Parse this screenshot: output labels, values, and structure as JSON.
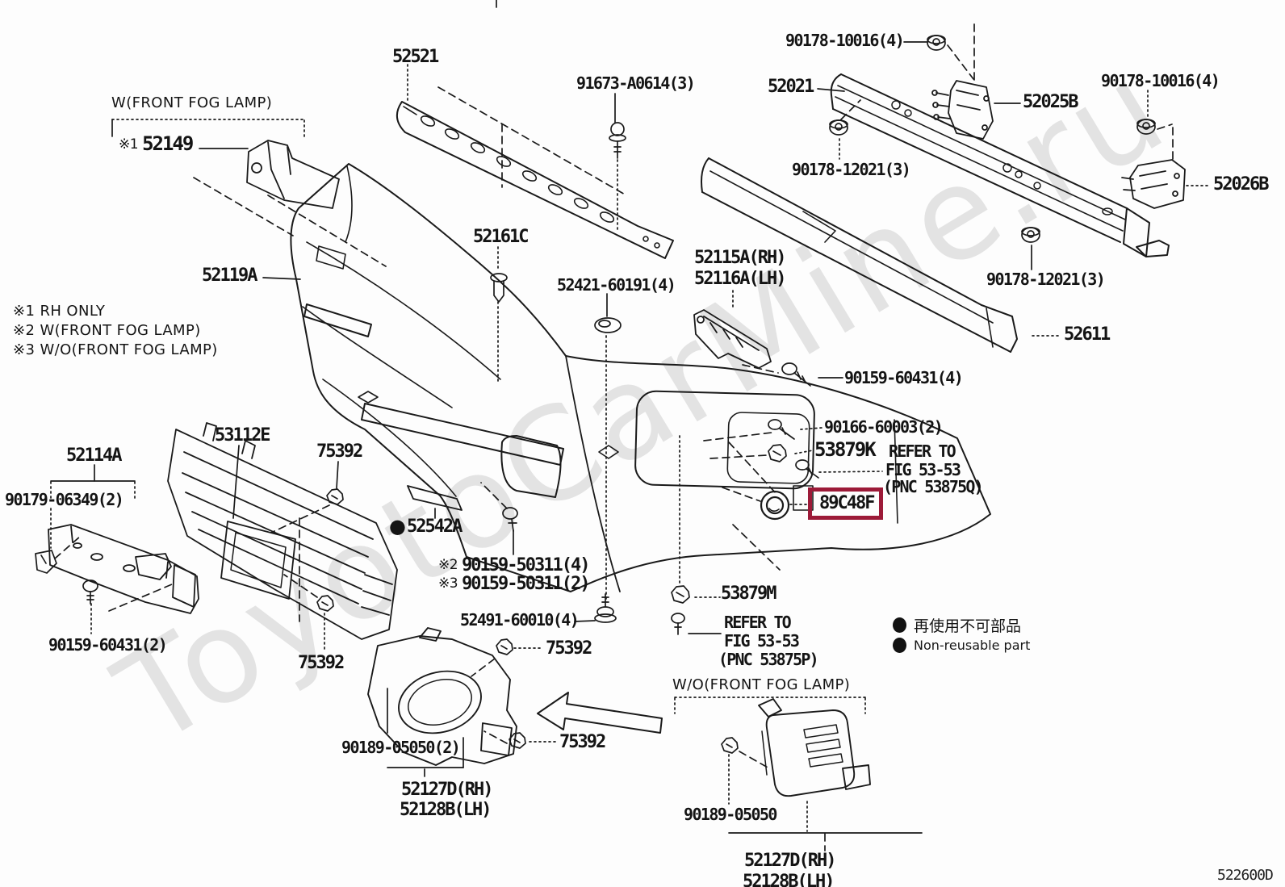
{
  "watermark": "ToyotoCarMine.ru",
  "diagram_code": "522600D",
  "colors": {
    "line": "#1a1a1a",
    "highlight_box": "#9c1a38",
    "watermark": "#e3e3e3"
  },
  "symbols": {
    "bullet": "●"
  },
  "legend": {
    "jp": "再使用不可部品",
    "en": "Non-reusable part"
  },
  "notes": {
    "n1": "※1 RH ONLY",
    "n2": "※2 W(FRONT FOG LAMP)",
    "n3": "※3 W/O(FRONT FOG LAMP)"
  },
  "groups": {
    "with_fog": "W(FRONT FOG LAMP)",
    "without_fog": "W/O(FRONT FOG LAMP)"
  },
  "labels": {
    "p52521": "52521",
    "p91673": "91673-A0614(3)",
    "p90178_10016_a": "90178-10016(4)",
    "p52021": "52021",
    "p52025b": "52025B",
    "p90178_10016_b": "90178-10016(4)",
    "p52026b": "52026B",
    "p90178_12021_a": "90178-12021(3)",
    "p90178_12021_b": "90178-12021(3)",
    "p52611": "52611",
    "p52161c": "52161C",
    "p52149_pre": "※1",
    "p52149": "52149",
    "p52119a": "52119A",
    "p52115a": "52115A(RH)",
    "p52116a": "52116A(LH)",
    "p52421": "52421-60191(4)",
    "p90159_60431_4": "90159-60431(4)",
    "p90166": "90166-60003(2)",
    "p53879k": "53879K",
    "refer_to_k": "REFER TO",
    "fig_k": "FIG 53-53",
    "pnc_k": "(PNC 53875Q)",
    "p89c48f": "89C48F",
    "p52114a": "52114A",
    "p90179": "90179-06349(2)",
    "p53112e": "53112E",
    "p75392_a": "75392",
    "p75392_b": "75392",
    "p75392_c": "75392",
    "p75392_d": "75392",
    "p52542a": "52542A",
    "p50311_4_pre": "※2",
    "p50311_4": "90159-50311(4)",
    "p50311_2_pre": "※3",
    "p50311_2": "90159-50311(2)",
    "p52491": "52491-60010(4)",
    "p53879m": "53879M",
    "refer_to_m": "REFER TO",
    "fig_m": "FIG 53-53",
    "pnc_m": "(PNC 53875P)",
    "p90159_60431_2": "90159-60431(2)",
    "p90189_2": "90189-05050(2)",
    "p52127d_l": "52127D(RH)",
    "p52128b_l": "52128B(LH)",
    "p90189": "90189-05050",
    "p52127d_r": "52127D(RH)",
    "p52128b_r": "52128B(LH)"
  }
}
